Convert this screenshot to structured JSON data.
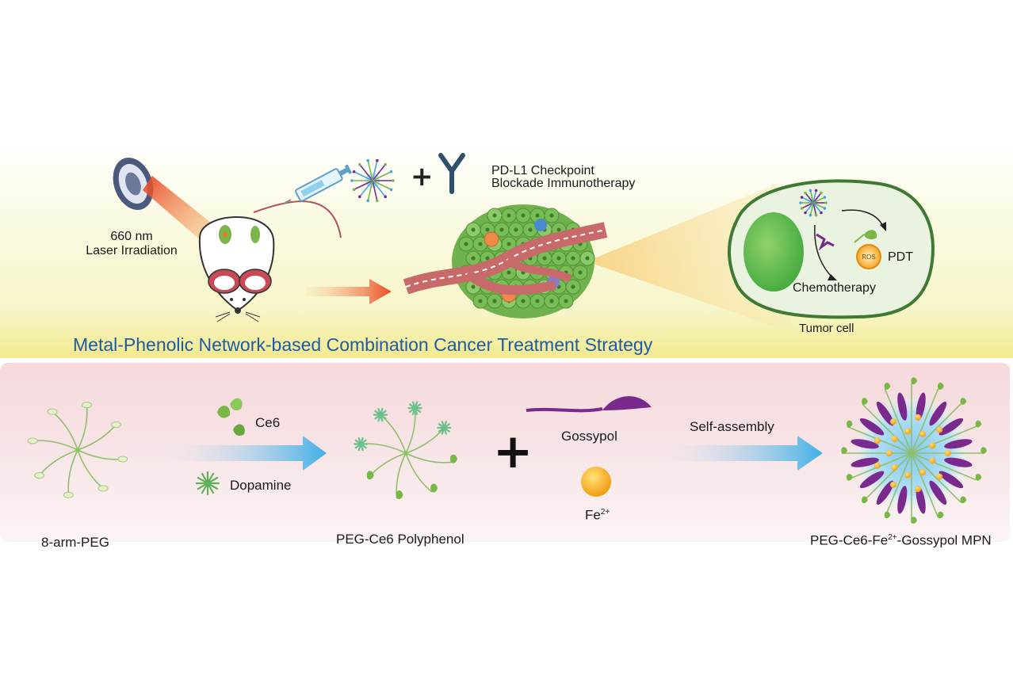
{
  "top_panel": {
    "laser_wavelength": "660 nm",
    "laser_label": "Laser Irradiation",
    "immunotherapy_line1": "PD-L1 Checkpoint",
    "immunotherapy_line2": "Blockade Immunotherapy",
    "plus": "+",
    "ros": "ROS",
    "pdt": "PDT",
    "chemotherapy": "Chemotherapy",
    "tumor_cell": "Tumor cell",
    "strategy_title": "Metal-Phenolic Network-based Combination Cancer Treatment Strategy"
  },
  "bottom_panel": {
    "peg_label": "8-arm-PEG",
    "ce6": "Ce6",
    "dopamine": "Dopamine",
    "polyphenol_label": "PEG-Ce6 Polyphenol",
    "plus": "+",
    "gossypol": "Gossypol",
    "fe_base": "Fe",
    "fe_charge": "2+",
    "self_assembly": "Self-assembly",
    "mpn_part1": "PEG-Ce6-Fe",
    "mpn_charge": "2+",
    "mpn_part2": "-Gossypol MPN"
  },
  "colors": {
    "title_blue": "#1f5aa6",
    "leaf_green": "#7ab648",
    "gossypol_purple": "#7a2a8c",
    "fe_orange": "#f5a623",
    "laser_red": "#e8442a",
    "vessel_red": "#c86a6a",
    "arrow_blue": "#3fa8e0"
  }
}
